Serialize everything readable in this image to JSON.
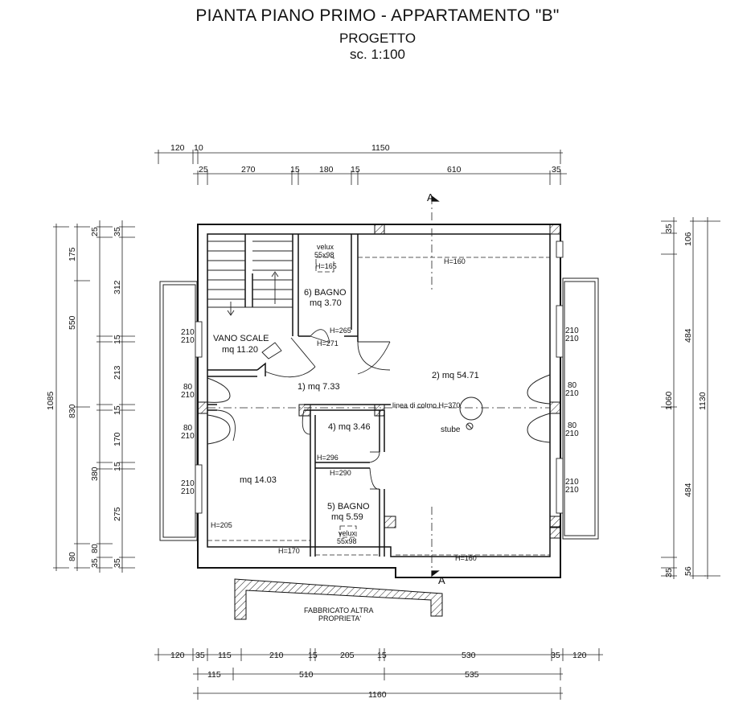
{
  "header": {
    "title": "PIANTA PIANO PRIMO - APPARTAMENTO \"B\"",
    "subtitle": "PROGETTO",
    "scale": "sc. 1:100"
  },
  "section_marks": {
    "top": "A",
    "bottom": "A"
  },
  "dims": {
    "top1": [
      "120",
      "10",
      "1150"
    ],
    "top2": [
      "25",
      "270",
      "15",
      "180",
      "15",
      "610",
      "35"
    ],
    "left_outer": [
      "1085"
    ],
    "left_mid": [
      "175",
      "550",
      "830",
      "80"
    ],
    "left_inner": [
      "25",
      "35",
      "312",
      "15",
      "213",
      "15",
      "170",
      "15",
      "380",
      "275",
      "80",
      "35",
      "35"
    ],
    "right_inner": [
      "35",
      "106",
      "484",
      "1060",
      "484",
      "35",
      "56"
    ],
    "right_outer": [
      "1130"
    ],
    "bottom1": [
      "120",
      "35",
      "115",
      "210",
      "15",
      "205",
      "15",
      "530",
      "35",
      "120"
    ],
    "bottom2": [
      "115",
      "510",
      "535"
    ],
    "bottom3": [
      "1160"
    ]
  },
  "rooms": {
    "stair": {
      "name": "VANO SCALE",
      "area": "mq 11.20"
    },
    "corridor": {
      "area": "1) mq 7.33"
    },
    "living": {
      "area": "2) mq 54.71"
    },
    "closet": {
      "area": "4) mq 3.46"
    },
    "bath5": {
      "name": "5) BAGNO",
      "area": "mq 5.59"
    },
    "bath6": {
      "name": "6) BAGNO",
      "area": "mq 3.70"
    },
    "bedroom": {
      "area": "mq 14.03"
    }
  },
  "labels": {
    "velux_top": "velux",
    "velux_top_size": "55x98",
    "velux_bot": "velux",
    "velux_bot_size": "55x98",
    "h165": "H=165",
    "h265": "H=265",
    "h271": "H=271",
    "h160_top": "H=160",
    "h296": "H=296",
    "h290": "H=290",
    "h205": "H=205",
    "h170": "H=170",
    "h160_bot": "H=160",
    "ridge": "linea di colmo H=370",
    "stove": "stube",
    "neighbor_1": "FABBRICATO ALTRA",
    "neighbor_2": "PROPRIETA'"
  },
  "openings": {
    "left_w1": [
      "210",
      "210"
    ],
    "left_w2": [
      "80",
      "210"
    ],
    "left_w3": [
      "80",
      "210"
    ],
    "left_w4": [
      "210",
      "210"
    ],
    "right_w1": [
      "210",
      "210"
    ],
    "right_w2": [
      "80",
      "210"
    ],
    "right_w3": [
      "80",
      "210"
    ],
    "right_w4": [
      "210",
      "210"
    ]
  }
}
